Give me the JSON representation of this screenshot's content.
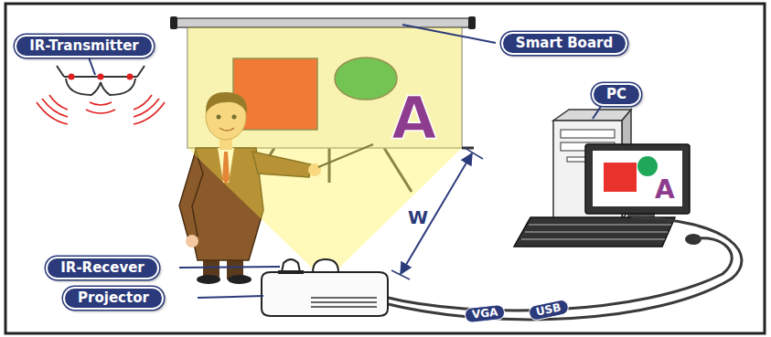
{
  "diagram": {
    "nodes": [
      {
        "text": [
          "IR-Transmitter"
        ]
      },
      {
        "text": [
          "Smart Board"
        ]
      },
      {
        "text": [
          "PC"
        ]
      },
      {
        "text": [
          "IR-Recever"
        ]
      },
      {
        "text": [
          "Projector"
        ]
      },
      {
        "text": [
          "VGA"
        ]
      },
      {
        "text": [
          "USB"
        ]
      }
    ],
    "labels": [
      "W",
      "A",
      "A"
    ]
  }
}
